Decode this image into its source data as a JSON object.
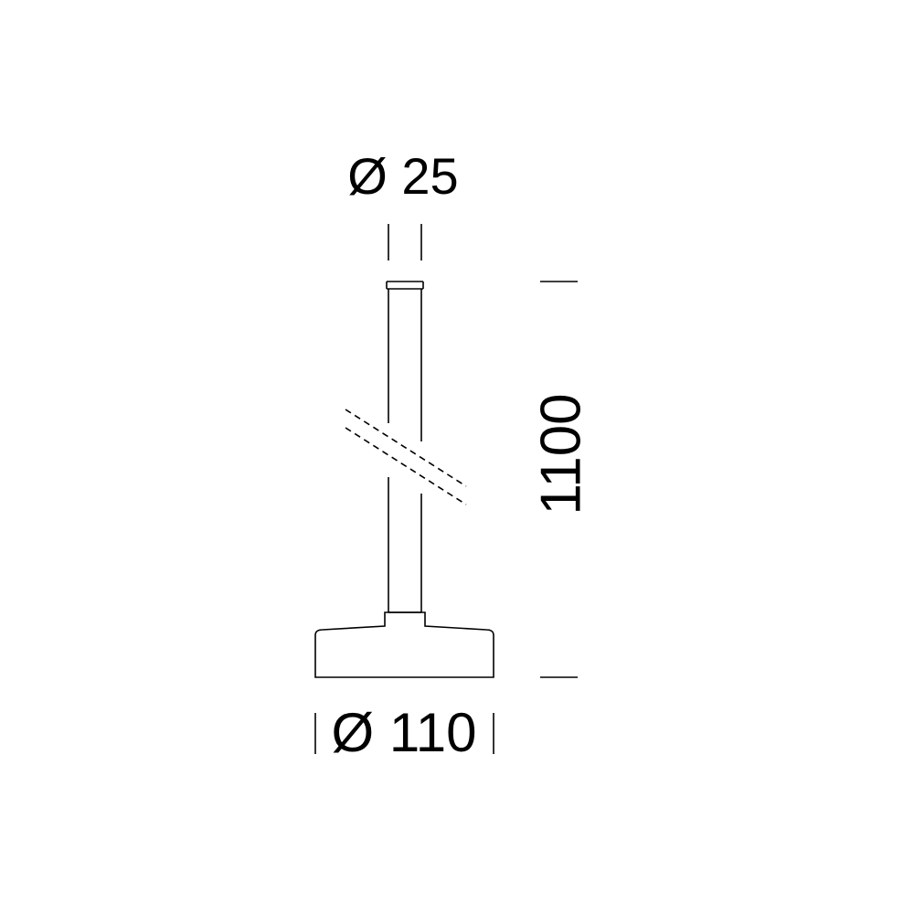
{
  "dimensions": {
    "top_diameter": "Ø 25",
    "height": "1100",
    "base_diameter": "Ø 110"
  }
}
